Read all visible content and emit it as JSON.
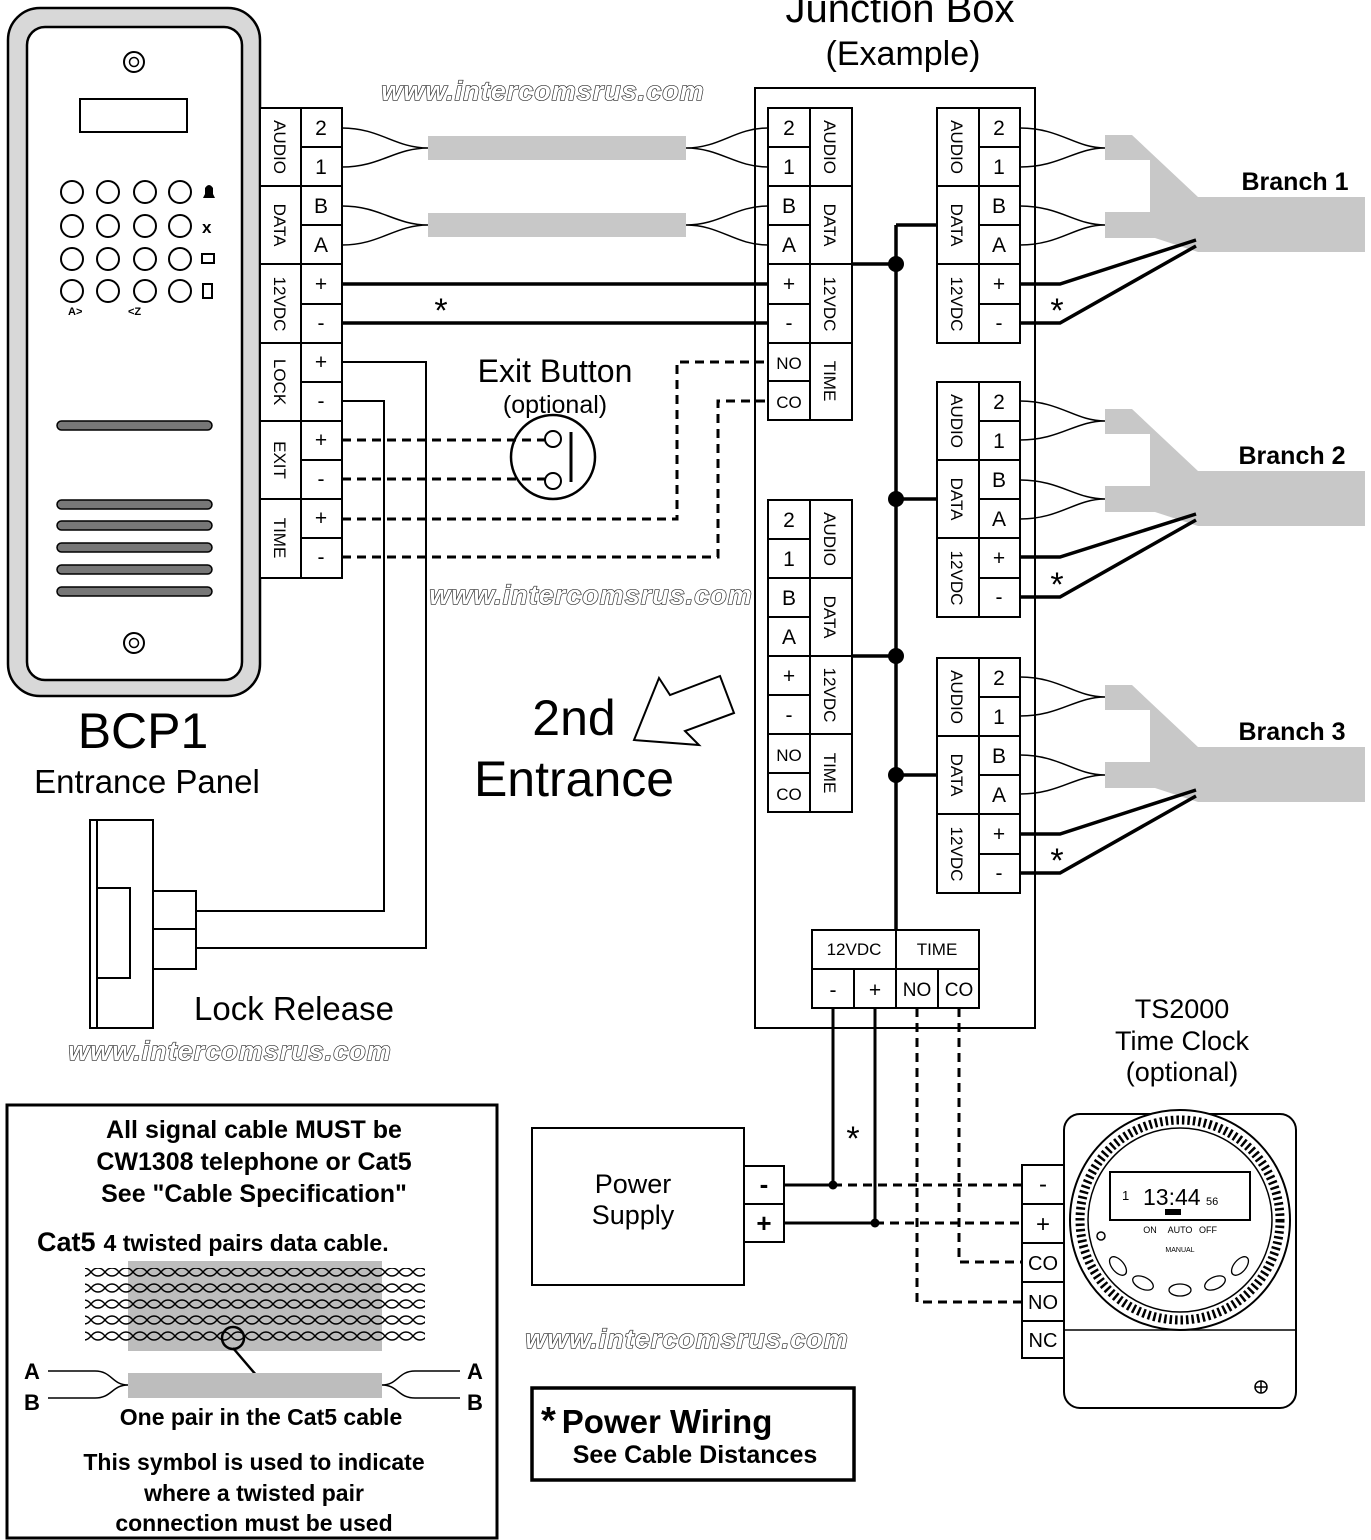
{
  "watermark": "www.intercomsrus.com",
  "junction_box": {
    "title": "Junction Box",
    "subtitle": "(Example)"
  },
  "labels": {
    "audio": "AUDIO",
    "data": "DATA",
    "v12": "12VDC",
    "lock": "LOCK",
    "exit": "EXIT",
    "time": "TIME",
    "time_upper": "TIME",
    "t2": "2",
    "t1": "1",
    "tB": "B",
    "tA": "A",
    "plus": "+",
    "minus": "-",
    "no": "NO",
    "co": "CO",
    "nc": "NC",
    "star": "*"
  },
  "exit_button": {
    "title": "Exit Button",
    "subtitle": "(optional)"
  },
  "bcp1": {
    "title": "BCP1",
    "subtitle": "Entrance Panel"
  },
  "second_entrance": {
    "line1": "2nd",
    "line2": "Entrance"
  },
  "branches": [
    "Branch 1",
    "Branch 2",
    "Branch 3"
  ],
  "lock_release": "Lock Release",
  "power_supply": {
    "line1": "Power",
    "line2": "Supply"
  },
  "time_clock": {
    "line1": "TS2000",
    "line2": "Time Clock",
    "line3": "(optional)",
    "display_time": "13:44",
    "display_seconds": "56",
    "display_day": "1",
    "on": "ON",
    "auto": "AUTO",
    "off": "OFF",
    "manual": "MANUAL"
  },
  "cable_note": {
    "line1": "All signal cable MUST be",
    "line2": "CW1308 telephone or Cat5",
    "line3": "See \"Cable Specification\"",
    "line4_bold": "Cat5",
    "line4_rest": "4 twisted pairs data cable.",
    "pair_caption": "One pair in the Cat5 cable",
    "line5": "This symbol is used to indicate",
    "line6": "where a twisted pair",
    "line7": "connection must be used"
  },
  "power_wiring": {
    "line1": "Power Wiring",
    "line2": "See Cable Distances"
  }
}
